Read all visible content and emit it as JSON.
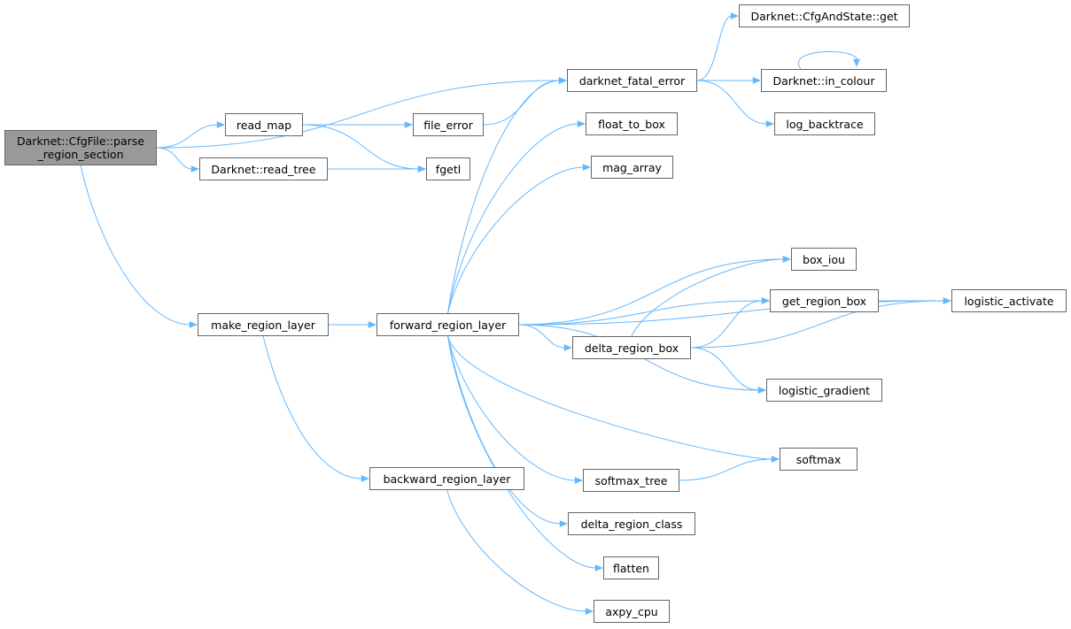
{
  "colors": {
    "edge": "#63b8ff",
    "root_fill": "#999999",
    "node_border": "#666666"
  },
  "nodes": [
    {
      "id": "parse",
      "label": "Darknet::CfgFile::parse\n_region_section",
      "root": true
    },
    {
      "id": "read_map",
      "label": "read_map"
    },
    {
      "id": "read_tree",
      "label": "Darknet::read_tree"
    },
    {
      "id": "file_error",
      "label": "file_error"
    },
    {
      "id": "fgetl",
      "label": "fgetl"
    },
    {
      "id": "make_region_layer",
      "label": "make_region_layer"
    },
    {
      "id": "forward_region_layer",
      "label": "forward_region_layer"
    },
    {
      "id": "backward_region_layer",
      "label": "backward_region_layer"
    },
    {
      "id": "darknet_fatal_error",
      "label": "darknet_fatal_error"
    },
    {
      "id": "cfg_get",
      "label": "Darknet::CfgAndState::get"
    },
    {
      "id": "in_colour",
      "label": "Darknet::in_colour"
    },
    {
      "id": "log_backtrace",
      "label": "log_backtrace"
    },
    {
      "id": "float_to_box",
      "label": "float_to_box"
    },
    {
      "id": "mag_array",
      "label": "mag_array"
    },
    {
      "id": "box_iou",
      "label": "box_iou"
    },
    {
      "id": "get_region_box",
      "label": "get_region_box"
    },
    {
      "id": "logistic_activate",
      "label": "logistic_activate"
    },
    {
      "id": "delta_region_box",
      "label": "delta_region_box"
    },
    {
      "id": "logistic_gradient",
      "label": "logistic_gradient"
    },
    {
      "id": "softmax",
      "label": "softmax"
    },
    {
      "id": "softmax_tree",
      "label": "softmax_tree"
    },
    {
      "id": "delta_region_class",
      "label": "delta_region_class"
    },
    {
      "id": "flatten",
      "label": "flatten"
    },
    {
      "id": "axpy_cpu",
      "label": "axpy_cpu"
    }
  ],
  "edges": [
    [
      "parse",
      "darknet_fatal_error"
    ],
    [
      "parse",
      "read_map"
    ],
    [
      "parse",
      "read_tree"
    ],
    [
      "parse",
      "make_region_layer"
    ],
    [
      "read_map",
      "file_error"
    ],
    [
      "read_map",
      "fgetl"
    ],
    [
      "read_tree",
      "fgetl"
    ],
    [
      "file_error",
      "darknet_fatal_error"
    ],
    [
      "darknet_fatal_error",
      "cfg_get"
    ],
    [
      "darknet_fatal_error",
      "in_colour"
    ],
    [
      "darknet_fatal_error",
      "log_backtrace"
    ],
    [
      "in_colour",
      "in_colour"
    ],
    [
      "make_region_layer",
      "forward_region_layer"
    ],
    [
      "make_region_layer",
      "backward_region_layer"
    ],
    [
      "forward_region_layer",
      "darknet_fatal_error"
    ],
    [
      "forward_region_layer",
      "float_to_box"
    ],
    [
      "forward_region_layer",
      "mag_array"
    ],
    [
      "forward_region_layer",
      "logistic_activate"
    ],
    [
      "forward_region_layer",
      "box_iou"
    ],
    [
      "forward_region_layer",
      "get_region_box"
    ],
    [
      "forward_region_layer",
      "delta_region_box"
    ],
    [
      "forward_region_layer",
      "logistic_gradient"
    ],
    [
      "forward_region_layer",
      "softmax"
    ],
    [
      "forward_region_layer",
      "softmax_tree"
    ],
    [
      "forward_region_layer",
      "delta_region_class"
    ],
    [
      "forward_region_layer",
      "flatten"
    ],
    [
      "get_region_box",
      "logistic_activate"
    ],
    [
      "delta_region_box",
      "box_iou"
    ],
    [
      "delta_region_box",
      "get_region_box"
    ],
    [
      "delta_region_box",
      "logistic_activate"
    ],
    [
      "delta_region_box",
      "logistic_gradient"
    ],
    [
      "softmax_tree",
      "softmax"
    ],
    [
      "backward_region_layer",
      "axpy_cpu"
    ]
  ]
}
